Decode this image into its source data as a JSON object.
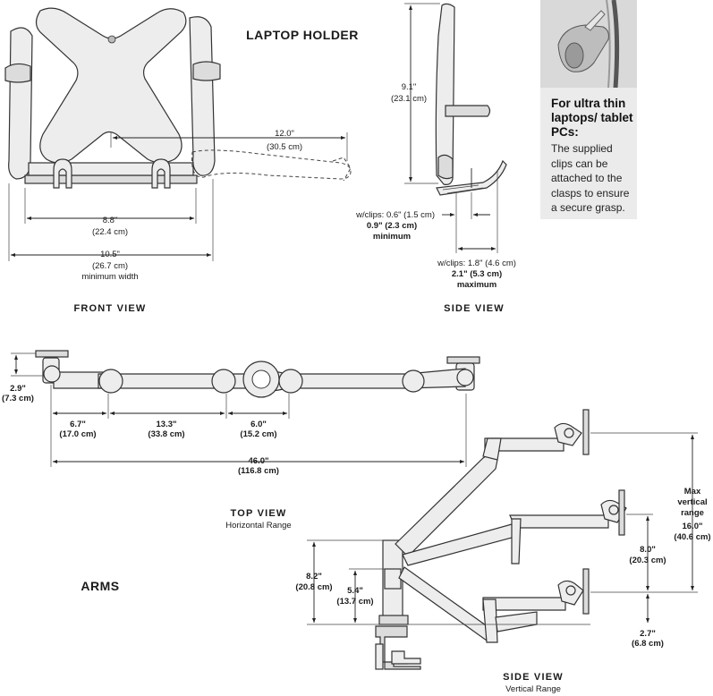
{
  "laptop_holder": {
    "title": "LAPTOP HOLDER",
    "front_view": {
      "label": "FRONT VIEW",
      "dim_reach": "12.0\"",
      "dim_reach_metric": "(30.5 cm)",
      "dim_inner": "8.8\"",
      "dim_inner_metric": "(22.4 cm)",
      "dim_min_width": "10.5\"",
      "dim_min_width_metric": "(26.7 cm)",
      "dim_min_width_note": "minimum width"
    },
    "side_view": {
      "label": "SIDE VIEW",
      "dim_height": "9.1\"",
      "dim_height_metric": "(23.1 cm)",
      "dim_min_clips": "w/clips: 0.6\" (1.5 cm)",
      "dim_min": "0.9\" (2.3 cm)",
      "dim_min_note": "minimum",
      "dim_max_clips": "w/clips: 1.8\" (4.6 cm)",
      "dim_max": "2.1\" (5.3 cm)",
      "dim_max_note": "maximum"
    }
  },
  "info": {
    "title": "For ultra thin laptops/ tablet PCs:",
    "body": "The supplied clips can be attached to the clasps to ensure a secure grasp."
  },
  "arms": {
    "label": "ARMS",
    "top_view": {
      "label": "TOP VIEW",
      "sublabel": "Horizontal Range",
      "dim_offset": "2.9\"",
      "dim_offset_metric": "(7.3 cm)",
      "dim_seg1": "6.7\"",
      "dim_seg1_metric": "(17.0 cm)",
      "dim_seg2": "13.3\"",
      "dim_seg2_metric": "(33.8 cm)",
      "dim_seg3": "6.0\"",
      "dim_seg3_metric": "(15.2 cm)",
      "dim_total": "46.0\"",
      "dim_total_metric": "(116.8 cm)"
    },
    "side_view": {
      "label": "SIDE VIEW",
      "sublabel": "Vertical Range",
      "dim_post": "8.2\"",
      "dim_post_metric": "(20.8 cm)",
      "dim_post_low": "5.4\"",
      "dim_post_low_metric": "(13.7 cm)",
      "max_range_label_1": "Max",
      "max_range_label_2": "vertical",
      "max_range_label_3": "range",
      "dim_max_range": "16.0\"",
      "dim_max_range_metric": "(40.6 cm)",
      "dim_mid": "8.0\"",
      "dim_mid_metric": "(20.3 cm)",
      "dim_low": "2.7\"",
      "dim_low_metric": "(6.8 cm)"
    }
  }
}
